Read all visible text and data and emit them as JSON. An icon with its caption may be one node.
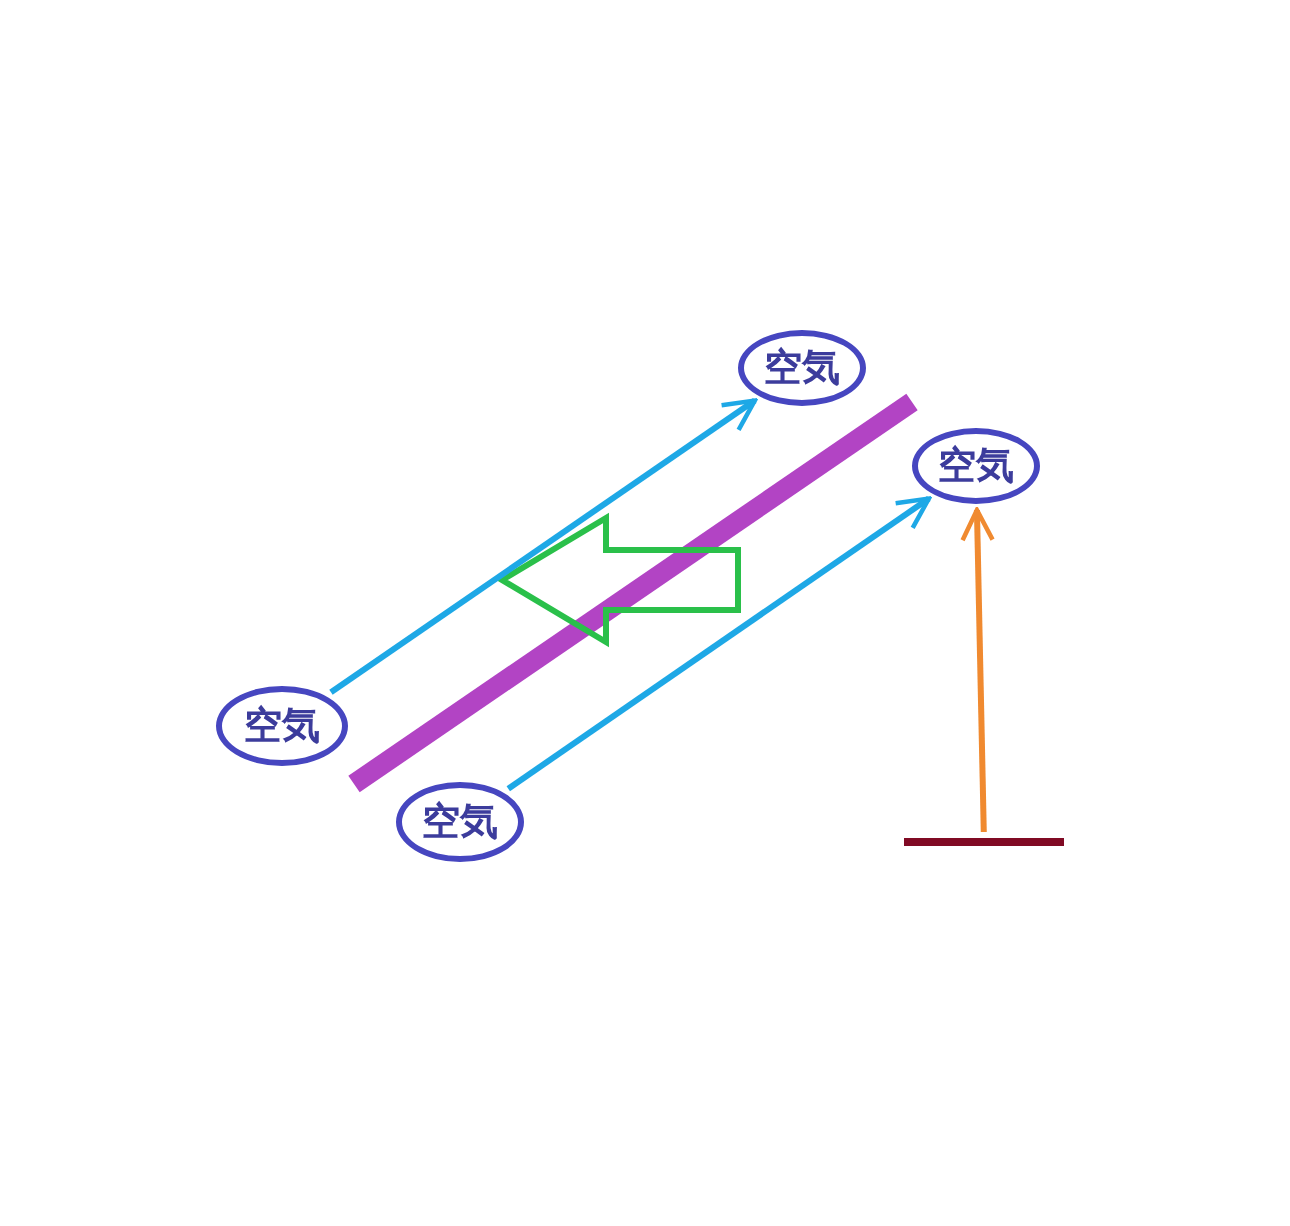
{
  "diagram": {
    "nodes": [
      {
        "text": [
          "空気"
        ]
      },
      {
        "text": [
          "空気"
        ]
      },
      {
        "text": [
          "空気"
        ]
      },
      {
        "text": [
          "空気"
        ]
      },
      {
        "text": [],
        "shape": "bar"
      }
    ],
    "edges": [
      {
        "from": 2,
        "to": 0,
        "arrow": "to"
      },
      {
        "from": 3,
        "to": 1,
        "arrow": "to"
      },
      {
        "from": 4,
        "to": 1,
        "arrow": "to",
        "color": "#f08a30"
      }
    ]
  }
}
